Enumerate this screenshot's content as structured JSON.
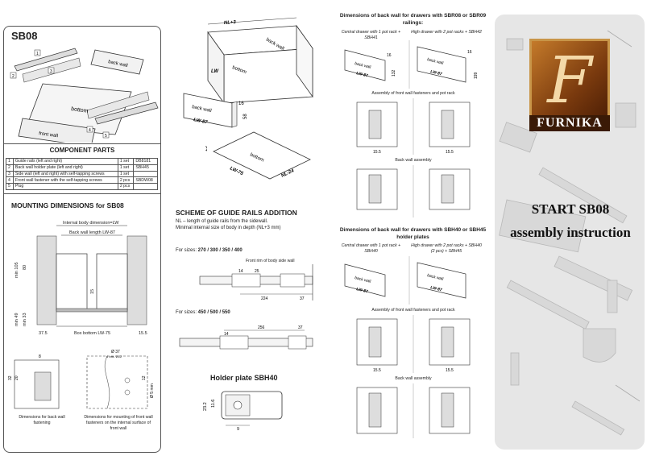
{
  "left": {
    "model_title": "SB08",
    "diagram_labels": {
      "back_wall": "back wall",
      "bottom": "bottom",
      "front_wall": "front wall"
    },
    "part_numbers": [
      "1",
      "2",
      "3",
      "4",
      "5"
    ],
    "components_title": "COMPONENT PARTS",
    "parts": [
      {
        "n": "1",
        "name": "Guide rails (left and right)",
        "qty": "1 set",
        "code": "DB8181"
      },
      {
        "n": "2",
        "name": "Back wall holder plate (left and right)",
        "qty": "1 set",
        "code": "SBH45"
      },
      {
        "n": "3",
        "name": "Side wall (left and right) with self-tapping screws",
        "qty": "1 set",
        "code": ""
      },
      {
        "n": "4",
        "name": "Front wall fastener with the self-tapping screws",
        "qty": "2 pcs",
        "code": "SBDW08"
      },
      {
        "n": "5",
        "name": "Plug",
        "qty": "2 pcs",
        "code": ""
      }
    ],
    "mounting_title": "MOUNTING DIMENSIONS for SB08",
    "mounting": {
      "internal": "Internal body dimension=LW",
      "back_wall_length": "Back wall length LW-87",
      "min105": "min 105",
      "d80": "80",
      "d15": "15",
      "min49": "min 49",
      "min33": "min 33",
      "d375": "37.5",
      "box_bottom": "Box bottom LW-75",
      "d155": "15.5"
    },
    "bottom_dims": {
      "d32": "32",
      "d20": "20",
      "d8": "8",
      "d37": "Ø 37",
      "d37b": "4 отв. Ø12",
      "d55": "Ø 5 mm",
      "d12": "12"
    },
    "caption_back": "Dimensions for back wall fastening",
    "caption_front": "Dimensions for mounting of front wall fasteners on the internal surface of front wall"
  },
  "middle": {
    "box_labels": {
      "nl3": "NL+3",
      "back_wall": "back wall",
      "bottom": "bottom",
      "lw": "LW",
      "lw87": "LW-87",
      "d16": "16",
      "d58": "58",
      "d15": "15",
      "lw75": "LW-75",
      "nl24": "NL-24"
    },
    "scheme_title": "SCHEME OF GUIDE RAILS ADDITION",
    "nl_note": "NL – length of guide rails from the sidewall.",
    "min_note": "Minimal internal size of body in depth (NL+3 mm)",
    "sizes1_prefix": "For sizes: ",
    "sizes1": "270 / 300 / 350 / 400",
    "front_rim": "Front rim of body side wall",
    "rail1_dims": {
      "d14": "14",
      "d25": "25",
      "d224": "224",
      "d37": "37"
    },
    "sizes2_prefix": "For sizes: ",
    "sizes2": "450 / 500 / 550",
    "rail2_dims": {
      "d14": "14",
      "d256": "256",
      "d37": "37"
    },
    "holder_title": "Holder plate SBH40",
    "holder_dims": {
      "d232": "23.2",
      "d116": "11.6",
      "d9": "9"
    }
  },
  "center": {
    "title1": "Dimensions of back wall for drawers with SBR08 or SBR09 railings:",
    "central1": "Central drawer with 1 pot rack + SBH41",
    "high1": "High drawer with 2 pot racks + SBH42",
    "dims1": {
      "d16a": "16",
      "d132": "132",
      "d16b": "16",
      "d199": "199",
      "lw87": "LW-87",
      "back": "back wall"
    },
    "assembly_front1": "Assembly of front wall fasteners and pot rack",
    "assembly_back1": "Back wall assembly",
    "title2": "Dimensions of back wall for drawers with SBH40 or SBH45 holder plates",
    "central2": "Central drawer with 1 pot rack + SBH40",
    "high2": "High drawer with 2 pot racks + SBH40 (2 pcs) + SBH45",
    "assembly_front2": "Assembly of front wall fasteners and pot rack",
    "assembly_back2": "Back wall assembly",
    "d155": "15.5"
  },
  "right": {
    "brand": "FURNIKA",
    "logo_letter": "F",
    "start": "START SB08",
    "assembly": "assembly instruction"
  }
}
